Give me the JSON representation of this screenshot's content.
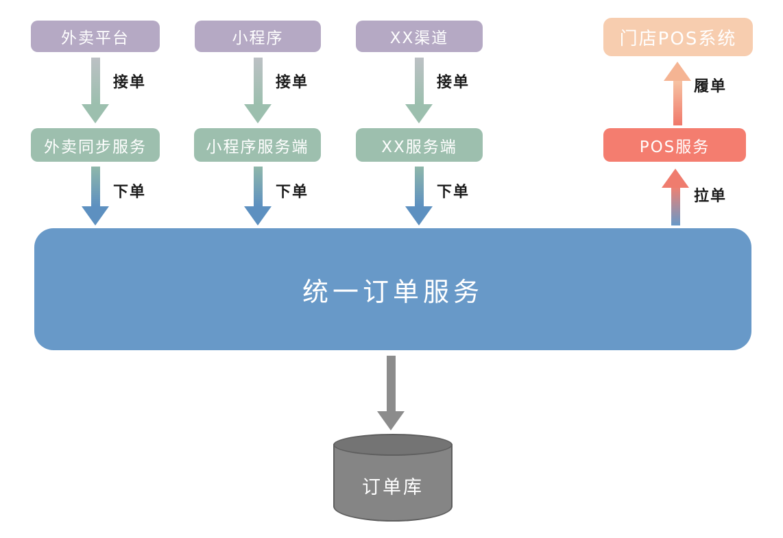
{
  "diagram": {
    "channels": [
      {
        "label": "外卖平台"
      },
      {
        "label": "小程序"
      },
      {
        "label": "XX渠道"
      }
    ],
    "services": [
      {
        "label": "外卖同步服务"
      },
      {
        "label": "小程序服务端"
      },
      {
        "label": "XX服务端"
      }
    ],
    "pos_system": {
      "label": "门店POS系统"
    },
    "pos_service": {
      "label": "POS服务"
    },
    "order_service": {
      "label": "统一订单服务"
    },
    "database": {
      "label": "订单库"
    },
    "edge_labels": {
      "accept": "接单",
      "place": "下单",
      "pull": "拉单",
      "fulfill": "履单"
    },
    "colors": {
      "channel": "#b5a9c4",
      "service": "#9dbfae",
      "pos_system": "#f7cdaf",
      "pos_service": "#f47d6f",
      "order_service": "#6899c8",
      "database": "#858585",
      "accept_arrow": "#9cbfae",
      "place_arrow": "#5d90c0",
      "pull_arrow": "#ef7c6e",
      "fulfill_arrow": "#f5b493",
      "db_arrow": "#8c8c8c"
    }
  }
}
